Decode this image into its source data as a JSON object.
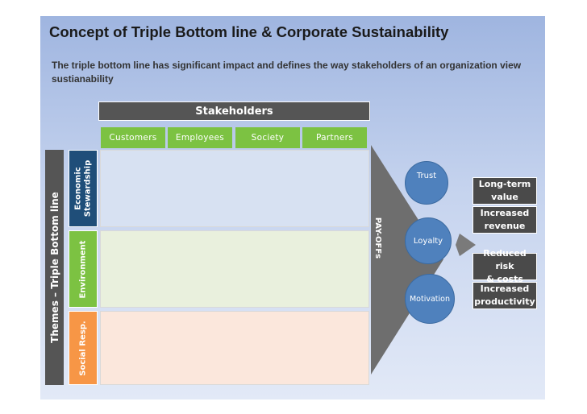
{
  "title": "Concept of Triple Bottom line & Corporate Sustainability",
  "subtitle": "The triple bottom line has significant impact and defines the way stakeholders of an organization view sustianability",
  "stakeholders": {
    "header": "Stakeholders",
    "tabs": [
      "Customers",
      "Employees",
      "Society",
      "Partners"
    ]
  },
  "themes": {
    "label": "Themes – Triple Bottom line",
    "rows": [
      {
        "lines": [
          "Economic",
          "Stewardship"
        ],
        "color": "#1f4e79",
        "fill": "#d7e1f2"
      },
      {
        "lines": [
          "Environment"
        ],
        "color": "#7cc242",
        "fill": "#e9f0dd"
      },
      {
        "lines": [
          "Social Resp."
        ],
        "color": "#f79646",
        "fill": "#fbe7dc"
      }
    ]
  },
  "payoffs_label": "PAY-OFFs",
  "drivers": [
    "Trust",
    "Loyalty",
    "Motivation"
  ],
  "payoffs": [
    {
      "lines": [
        "Long-term",
        "value"
      ]
    },
    {
      "lines": [
        "Increased",
        "revenue"
      ]
    },
    {
      "lines": [
        "Reduced risk",
        "& costs"
      ]
    },
    {
      "lines": [
        "Increased",
        "productivity"
      ]
    }
  ],
  "colors": {
    "header_dark": "#555555",
    "tab_green": "#7cc242",
    "circle_blue": "#4f81bd",
    "arrow_gray": "#6e6e6e",
    "payoff_dark": "#4a4a4a"
  }
}
